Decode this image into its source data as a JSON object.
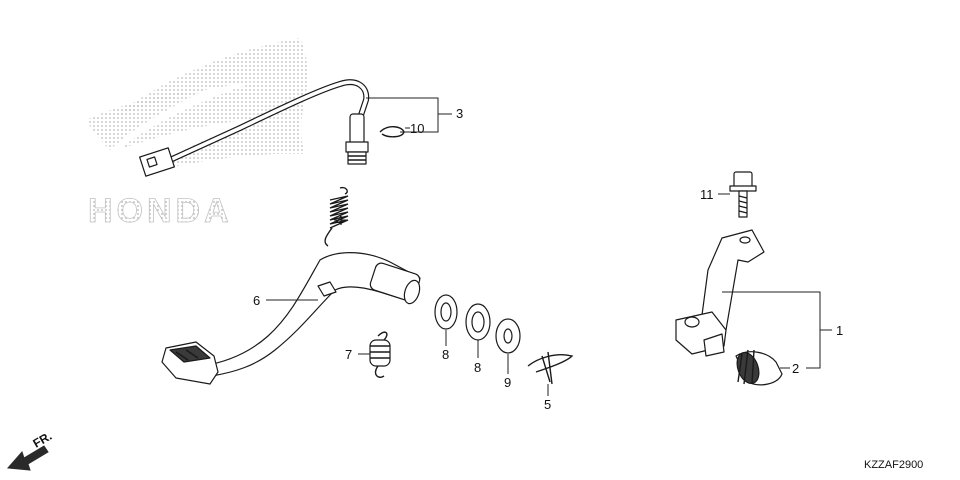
{
  "watermark": {
    "brand": "HONDA"
  },
  "diagram_code": "KZZAF2900",
  "direction": {
    "label": "FR."
  },
  "callouts": {
    "c1": "1",
    "c2": "2",
    "c3": "3",
    "c4": "4",
    "c5": "5",
    "c6": "6",
    "c7": "7",
    "c8a": "8",
    "c8b": "8",
    "c9": "9",
    "c10": "10",
    "c11": "11"
  },
  "colors": {
    "ink": "#1a1a1a",
    "watermark": "#bdbdbd",
    "background": "#ffffff"
  }
}
